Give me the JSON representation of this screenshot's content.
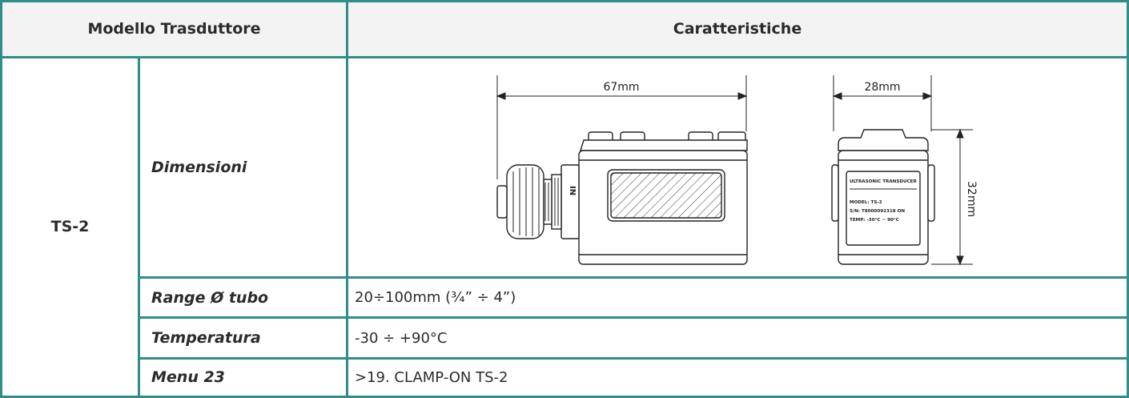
{
  "table": {
    "header": {
      "model_col": "Modello Trasduttore",
      "features_col": "Caratteristiche"
    },
    "model": "TS-2",
    "rows": [
      {
        "label": "Dimensioni",
        "value": ""
      },
      {
        "label": "Range Ø tubo",
        "value": "20÷100mm (¾” ÷ 4”)"
      },
      {
        "label": "Temperatura",
        "value": "-30 ÷ +90°C"
      },
      {
        "label": "Menu 23",
        "value": ">19. CLAMP-ON TS-2"
      }
    ]
  },
  "drawing": {
    "side_width_label": "67mm",
    "front_width_label": "28mm",
    "front_height_label": "32mm",
    "side_tag": "IN",
    "label_lines": [
      "ULTRASONIC TRANSDUCER",
      "MODEL: TS-2",
      "S/N:    T8000092318  ON",
      "TEMP:   -30°C ~ 90°C"
    ]
  },
  "colors": {
    "border": "#2f8f86",
    "header_bg": "#f3f3f3"
  }
}
